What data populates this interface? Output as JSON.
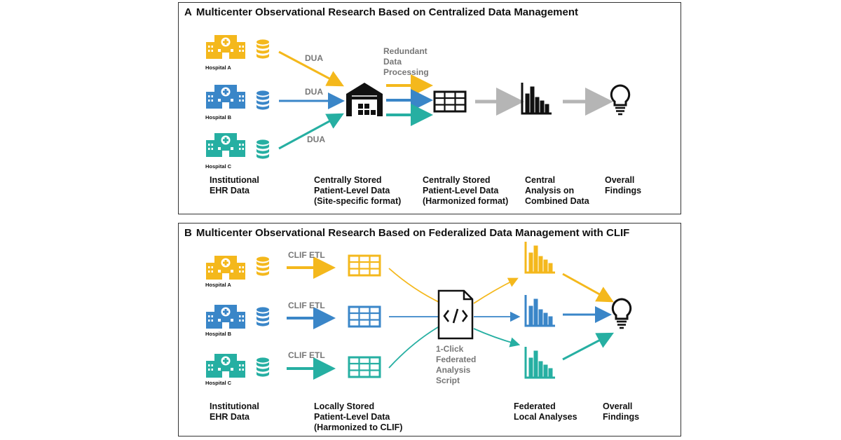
{
  "colors": {
    "hospital_a": "#F4B81C",
    "hospital_b": "#3A86C8",
    "hospital_c": "#26AFA2",
    "gray_arrow": "#B5B5B5",
    "label_gray": "#777777",
    "black": "#111111"
  },
  "panel_a": {
    "letter": "A",
    "title": "Multicenter Observational Research Based on Centralized Data Management",
    "hospitals": [
      "Hospital A",
      "Hospital B",
      "Hospital C"
    ],
    "dua_label": "DUA",
    "redundant_label": [
      "Redundant",
      "Data",
      "Processing"
    ],
    "stage_labels": {
      "institutional": [
        "Institutional",
        "EHR Data"
      ],
      "central_site": [
        "Centrally Stored",
        "Patient-Level Data",
        "(Site-specific format)"
      ],
      "central_harmonized": [
        "Centrally Stored",
        "Patient-Level Data",
        "(Harmonized format)"
      ],
      "central_analysis": [
        "Central",
        "Analysis on",
        "Combined Data"
      ],
      "overall": [
        "Overall",
        "Findings"
      ]
    },
    "icons": [
      "hospital-icon",
      "database-icon",
      "warehouse-icon",
      "table-icon",
      "bar-chart-icon",
      "lightbulb-icon"
    ]
  },
  "panel_b": {
    "letter": "B",
    "title": "Multicenter Observational Research Based on Federalized Data Management with CLIF",
    "hospitals": [
      "Hospital A",
      "Hospital B",
      "Hospital C"
    ],
    "etl_label": "CLIF ETL",
    "script_label": [
      "1-Click",
      "Federated",
      "Analysis",
      "Script"
    ],
    "stage_labels": {
      "institutional": [
        "Institutional",
        "EHR Data"
      ],
      "local": [
        "Locally Stored",
        "Patient-Level Data",
        "(Harmonized to CLIF)"
      ],
      "federated": [
        "Federated",
        "Local Analyses"
      ],
      "overall": [
        "Overall",
        "Findings"
      ]
    },
    "icons": [
      "hospital-icon",
      "database-icon",
      "table-icon",
      "code-file-icon",
      "bar-chart-icon",
      "lightbulb-icon"
    ]
  }
}
